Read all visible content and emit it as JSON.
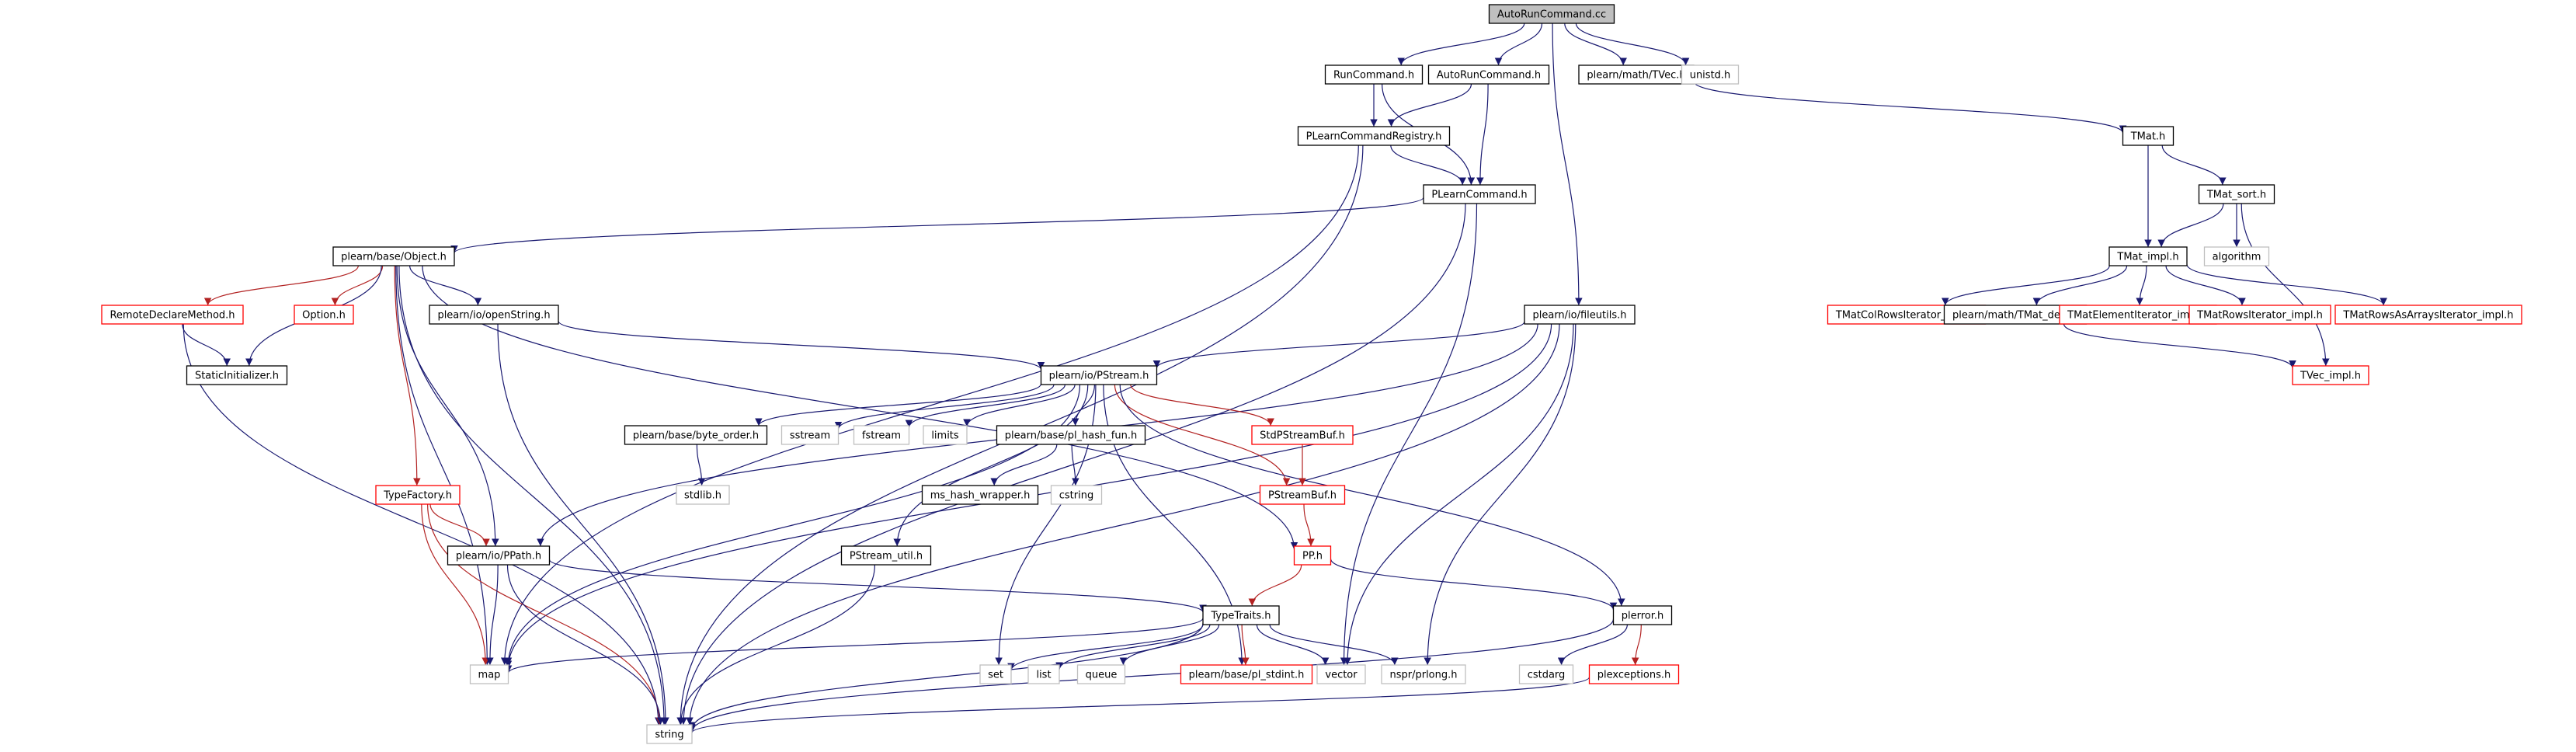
{
  "colors": {
    "edge": "#191970",
    "edge_red": "#b22222",
    "node_border": "#000000",
    "node_border_red": "#ff0000",
    "node_border_gray": "#bfbfbf",
    "root_fill": "#bfbfbf",
    "node_fill": "#ffffff",
    "text": "#000000"
  },
  "graph": {
    "nodes": [
      {
        "id": "autoruncc",
        "label": "AutoRunCommand.cc",
        "style": "root"
      },
      {
        "id": "runcommand",
        "label": "RunCommand.h",
        "style": "normal"
      },
      {
        "id": "autoruncmd",
        "label": "AutoRunCommand.h",
        "style": "normal"
      },
      {
        "id": "tvec",
        "label": "plearn/math/TVec.h",
        "style": "normal"
      },
      {
        "id": "unistd",
        "label": "unistd.h",
        "style": "gray"
      },
      {
        "id": "registry",
        "label": "PLearnCommandRegistry.h",
        "style": "normal"
      },
      {
        "id": "tmat",
        "label": "TMat.h",
        "style": "normal"
      },
      {
        "id": "plearncommand",
        "label": "PLearnCommand.h",
        "style": "normal"
      },
      {
        "id": "tmatsort",
        "label": "TMat_sort.h",
        "style": "normal"
      },
      {
        "id": "object",
        "label": "plearn/base/Object.h",
        "style": "normal"
      },
      {
        "id": "tmatimpl",
        "label": "TMat_impl.h",
        "style": "normal"
      },
      {
        "id": "algorithm",
        "label": "algorithm",
        "style": "gray"
      },
      {
        "id": "remotedeclare",
        "label": "RemoteDeclareMethod.h",
        "style": "red"
      },
      {
        "id": "option",
        "label": "Option.h",
        "style": "red"
      },
      {
        "id": "openstring",
        "label": "plearn/io/openString.h",
        "style": "normal"
      },
      {
        "id": "fileutils",
        "label": "plearn/io/fileutils.h",
        "style": "normal"
      },
      {
        "id": "tmatcolrows",
        "label": "TMatColRowsIterator_impl.h",
        "style": "red"
      },
      {
        "id": "tmatdecl",
        "label": "plearn/math/TMat_decl.h",
        "style": "normal"
      },
      {
        "id": "tmatelem",
        "label": "TMatElementIterator_impl.h",
        "style": "red"
      },
      {
        "id": "tmatrows",
        "label": "TMatRowsIterator_impl.h",
        "style": "red"
      },
      {
        "id": "tmatrowsarrays",
        "label": "TMatRowsAsArraysIterator_impl.h",
        "style": "red"
      },
      {
        "id": "staticinit",
        "label": "StaticInitializer.h",
        "style": "normal"
      },
      {
        "id": "pstream",
        "label": "plearn/io/PStream.h",
        "style": "normal"
      },
      {
        "id": "tvecimpl",
        "label": "TVec_impl.h",
        "style": "red"
      },
      {
        "id": "byteorder",
        "label": "plearn/base/byte_order.h",
        "style": "normal"
      },
      {
        "id": "sstream",
        "label": "sstream",
        "style": "gray"
      },
      {
        "id": "fstream",
        "label": "fstream",
        "style": "gray"
      },
      {
        "id": "limits",
        "label": "limits",
        "style": "gray"
      },
      {
        "id": "plhash",
        "label": "plearn/base/pl_hash_fun.h",
        "style": "normal"
      },
      {
        "id": "stdpstreambuf",
        "label": "StdPStreamBuf.h",
        "style": "red"
      },
      {
        "id": "stdlib",
        "label": "stdlib.h",
        "style": "gray"
      },
      {
        "id": "mshash",
        "label": "ms_hash_wrapper.h",
        "style": "normal"
      },
      {
        "id": "cstring",
        "label": "cstring",
        "style": "gray"
      },
      {
        "id": "typefactory",
        "label": "TypeFactory.h",
        "style": "red"
      },
      {
        "id": "pstreambuf",
        "label": "PStreamBuf.h",
        "style": "red"
      },
      {
        "id": "ppath",
        "label": "plearn/io/PPath.h",
        "style": "normal"
      },
      {
        "id": "pstreamutil",
        "label": "PStream_util.h",
        "style": "normal"
      },
      {
        "id": "pp",
        "label": "PP.h",
        "style": "red"
      },
      {
        "id": "typetraits",
        "label": "TypeTraits.h",
        "style": "normal"
      },
      {
        "id": "plerror",
        "label": "plerror.h",
        "style": "normal"
      },
      {
        "id": "map",
        "label": "map",
        "style": "gray"
      },
      {
        "id": "set",
        "label": "set",
        "style": "gray"
      },
      {
        "id": "list",
        "label": "list",
        "style": "gray"
      },
      {
        "id": "queue",
        "label": "queue",
        "style": "gray"
      },
      {
        "id": "plstdint",
        "label": "plearn/base/pl_stdint.h",
        "style": "red"
      },
      {
        "id": "vector",
        "label": "vector",
        "style": "gray"
      },
      {
        "id": "prlong",
        "label": "nspr/prlong.h",
        "style": "gray"
      },
      {
        "id": "cstdarg",
        "label": "cstdarg",
        "style": "gray"
      },
      {
        "id": "plexceptions",
        "label": "plexceptions.h",
        "style": "red"
      },
      {
        "id": "string",
        "label": "string",
        "style": "gray"
      }
    ],
    "edges": [
      [
        "autoruncc",
        "runcommand"
      ],
      [
        "autoruncc",
        "autoruncmd"
      ],
      [
        "autoruncc",
        "tvec"
      ],
      [
        "autoruncc",
        "unistd"
      ],
      [
        "autoruncc",
        "fileutils"
      ],
      [
        "runcommand",
        "registry"
      ],
      [
        "runcommand",
        "plearncommand"
      ],
      [
        "autoruncmd",
        "registry"
      ],
      [
        "autoruncmd",
        "plearncommand"
      ],
      [
        "tvec",
        "tmat"
      ],
      [
        "registry",
        "plearncommand"
      ],
      [
        "registry",
        "string"
      ],
      [
        "registry",
        "map"
      ],
      [
        "tmat",
        "tmatimpl"
      ],
      [
        "tmat",
        "tmatsort"
      ],
      [
        "plearncommand",
        "object"
      ],
      [
        "plearncommand",
        "vector"
      ],
      [
        "plearncommand",
        "string"
      ],
      [
        "tmatsort",
        "tmatimpl"
      ],
      [
        "tmatsort",
        "algorithm"
      ],
      [
        "tmatsort",
        "tvecimpl"
      ],
      [
        "object",
        "remotedeclare"
      ],
      [
        "object",
        "option"
      ],
      [
        "object",
        "openstring"
      ],
      [
        "object",
        "staticinit"
      ],
      [
        "object",
        "typefactory"
      ],
      [
        "object",
        "ppath"
      ],
      [
        "object",
        "map"
      ],
      [
        "object",
        "string"
      ],
      [
        "object",
        "pp"
      ],
      [
        "tmatimpl",
        "tmatcolrows"
      ],
      [
        "tmatimpl",
        "tmatdecl"
      ],
      [
        "tmatimpl",
        "tmatelem"
      ],
      [
        "tmatimpl",
        "tmatrows"
      ],
      [
        "tmatimpl",
        "tmatrowsarrays"
      ],
      [
        "remotedeclare",
        "staticinit"
      ],
      [
        "remotedeclare",
        "string"
      ],
      [
        "openstring",
        "pstream"
      ],
      [
        "openstring",
        "string"
      ],
      [
        "fileutils",
        "pstream"
      ],
      [
        "fileutils",
        "ppath"
      ],
      [
        "fileutils",
        "map"
      ],
      [
        "fileutils",
        "string"
      ],
      [
        "fileutils",
        "vector"
      ],
      [
        "fileutils",
        "prlong"
      ],
      [
        "tmatdecl",
        "tvecimpl"
      ],
      [
        "pstream",
        "byteorder"
      ],
      [
        "pstream",
        "sstream"
      ],
      [
        "pstream",
        "fstream"
      ],
      [
        "pstream",
        "limits"
      ],
      [
        "pstream",
        "plhash"
      ],
      [
        "pstream",
        "stdpstreambuf"
      ],
      [
        "pstream",
        "pstreambuf"
      ],
      [
        "pstream",
        "pstreamutil"
      ],
      [
        "pstream",
        "plerror"
      ],
      [
        "pstream",
        "map"
      ],
      [
        "pstream",
        "set"
      ],
      [
        "pstream",
        "plstdint"
      ],
      [
        "byteorder",
        "stdlib"
      ],
      [
        "plhash",
        "mshash"
      ],
      [
        "plhash",
        "cstring"
      ],
      [
        "stdpstreambuf",
        "pstreambuf"
      ],
      [
        "pstreambuf",
        "pp"
      ],
      [
        "typefactory",
        "ppath"
      ],
      [
        "typefactory",
        "map"
      ],
      [
        "typefactory",
        "string"
      ],
      [
        "ppath",
        "typetraits"
      ],
      [
        "ppath",
        "map"
      ],
      [
        "ppath",
        "string"
      ],
      [
        "pstreamutil",
        "string"
      ],
      [
        "pp",
        "typetraits"
      ],
      [
        "pp",
        "plerror"
      ],
      [
        "typetraits",
        "map"
      ],
      [
        "typetraits",
        "set"
      ],
      [
        "typetraits",
        "list"
      ],
      [
        "typetraits",
        "queue"
      ],
      [
        "typetraits",
        "plstdint"
      ],
      [
        "typetraits",
        "vector"
      ],
      [
        "typetraits",
        "prlong"
      ],
      [
        "typetraits",
        "string"
      ],
      [
        "plerror",
        "cstdarg"
      ],
      [
        "plerror",
        "plexceptions"
      ],
      [
        "plerror",
        "string"
      ],
      [
        "plexceptions",
        "string"
      ]
    ]
  }
}
